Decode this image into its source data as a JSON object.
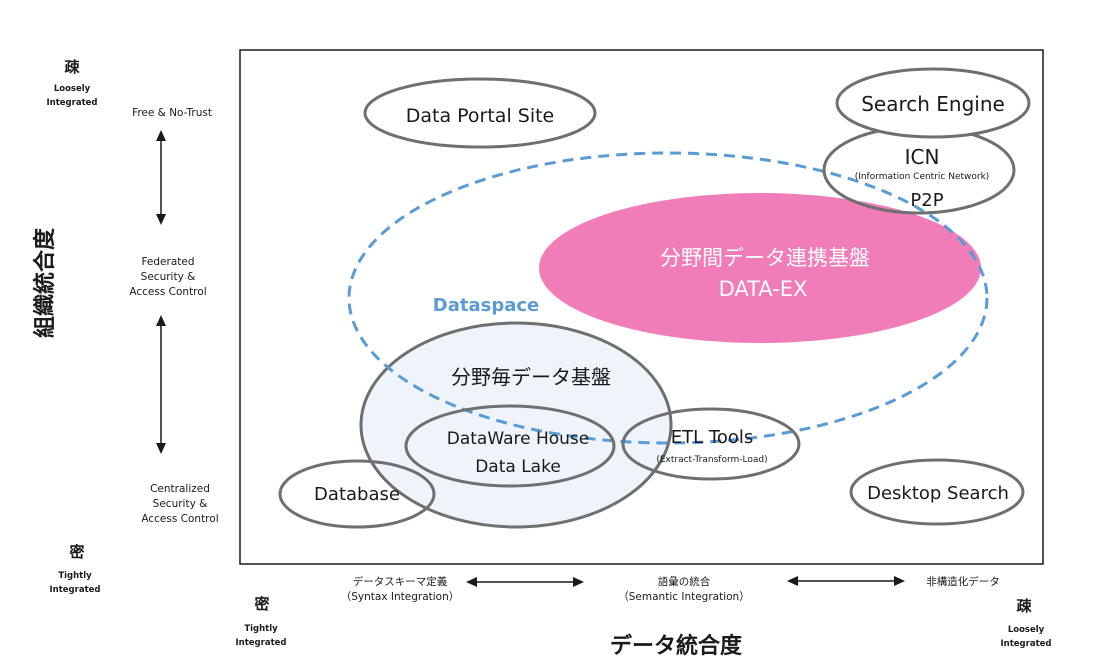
{
  "y_axis": {
    "title": "組織統合度",
    "top": {
      "kanji": "疎",
      "label": "Loosely",
      "label2": "Integrated"
    },
    "bottom": {
      "kanji": "密",
      "label": "Tightly",
      "label2": "Integrated"
    },
    "levels": {
      "free": "Free & No-Trust",
      "federated": [
        "Federated",
        "Security &",
        "Access Control"
      ],
      "centralized": [
        "Centralized",
        "Security &",
        "Access Control"
      ]
    }
  },
  "x_axis": {
    "title": "データ統合度",
    "left": {
      "kanji": "密",
      "label": "Tightly",
      "label2": "Integrated"
    },
    "right": {
      "kanji": "疎",
      "label": "Loosely",
      "label2": "Integrated"
    },
    "levels": {
      "syntax": [
        "データスキーマ定義",
        "（Syntax Integration）"
      ],
      "semantic": [
        "語彙の統合",
        "（Semantic Integration）"
      ],
      "unstructured": "非構造化データ"
    }
  },
  "nodes": {
    "data_portal": "Data Portal Site",
    "search_engine": "Search Engine",
    "icn": {
      "title": "ICN",
      "sub": "(Information Centric Network)",
      "p2p": "P2P"
    },
    "dataex": {
      "line1": "分野間データ連携基盤",
      "line2": "DATA-EX"
    },
    "dataspace": "Dataspace",
    "domain_platform": "分野毎データ基盤",
    "dwh": {
      "line1": "DataWare House",
      "line2": "Data Lake"
    },
    "etl": {
      "title": "ETL Tools",
      "sub": "(Extract-Transform-Load)"
    },
    "database": "Database",
    "desktop_search": "Desktop Search"
  },
  "colors": {
    "ellipse_stroke": "#6f6f6f",
    "dataspace": "#5b9bd5",
    "dataex_fill": "#f07cb8",
    "domain_fill": "#eef4f9"
  }
}
